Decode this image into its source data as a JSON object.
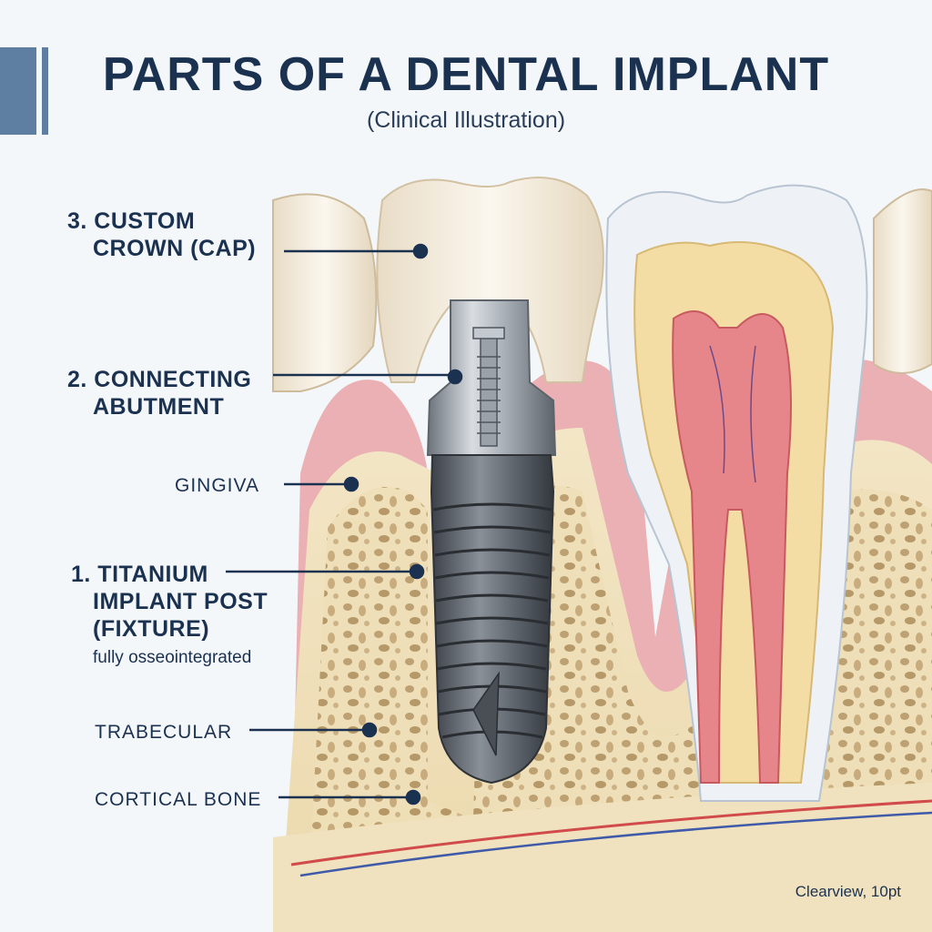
{
  "title": "PARTS OF A DENTAL IMPLANT",
  "subtitle": "(Clinical Illustration)",
  "labels": {
    "crown": {
      "line1": "3. CUSTOM",
      "line2": "CROWN (CAP)"
    },
    "abutment": {
      "line1": "2. CONNECTING",
      "line2": "ABUTMENT"
    },
    "gingiva": {
      "text": "GINGIVA"
    },
    "fixture": {
      "line1": "1. TITANIUM",
      "line2": "IMPLANT POST",
      "line3": "(FIXTURE)",
      "note": "fully osseointegrated"
    },
    "trabecular": {
      "text": "TRABECULAR"
    },
    "cortical": {
      "text": "CORTICAL BONE"
    }
  },
  "caption": "Clearview, 10pt",
  "colors": {
    "navy": "#1b3150",
    "accent": "#5f7fa2",
    "gum": "#e9a3a6",
    "bone": "#f1e3c0",
    "enamel": "#f4efe6",
    "titanium": "#5e646c"
  }
}
